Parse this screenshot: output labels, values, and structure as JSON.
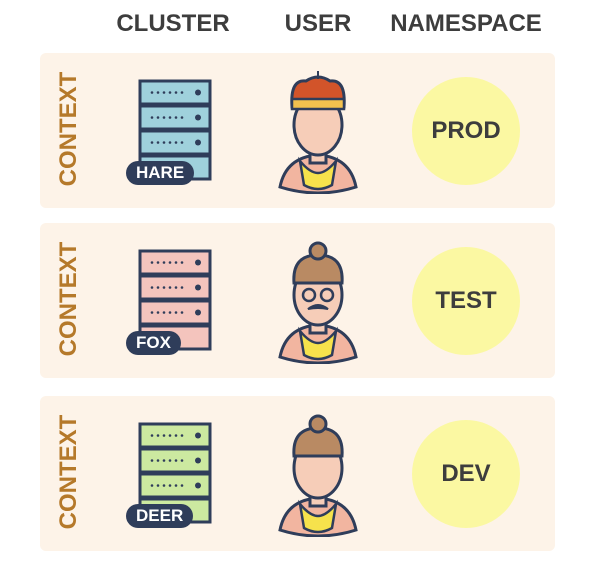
{
  "headers": {
    "cluster": "CLUSTER",
    "user": "USER",
    "namespace": "NAMESPACE"
  },
  "contexts": [
    {
      "label": "CONTEXT",
      "cluster": "HARE",
      "namespace": "PROD",
      "server_color": "#9fd1dc",
      "user_icon": "king-user-icon"
    },
    {
      "label": "CONTEXT",
      "cluster": "FOX",
      "namespace": "TEST",
      "server_color": "#f4c4bd",
      "user_icon": "mustache-user-icon"
    },
    {
      "label": "CONTEXT",
      "cluster": "DEER",
      "namespace": "DEV",
      "server_color": "#cce9a0",
      "user_icon": "bun-user-icon"
    }
  ]
}
